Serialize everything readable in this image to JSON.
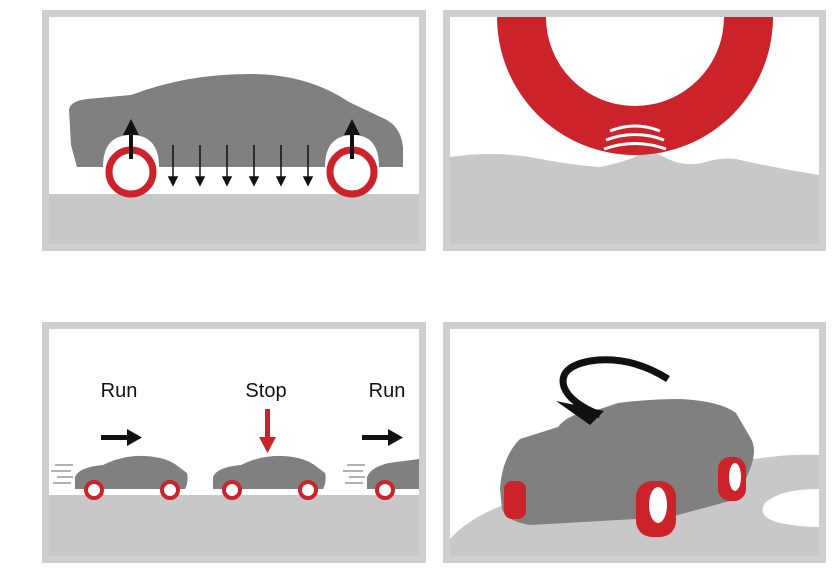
{
  "labels": {
    "run_left": "Run",
    "stop": "Stop",
    "run_right": "Run"
  },
  "colors": {
    "car": "#808080",
    "tire_red": "#cc2229",
    "ground": "#c8c8c8",
    "arrow": "#111111",
    "stop_arrow": "#cc2229"
  }
}
